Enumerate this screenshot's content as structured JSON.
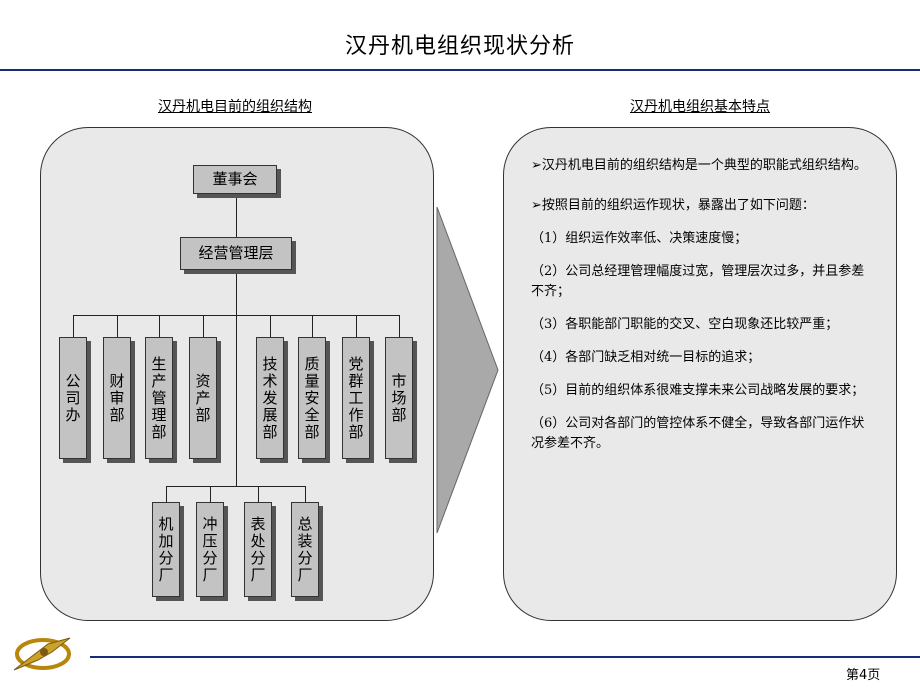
{
  "page": {
    "title": "汉丹机电组织现状分析",
    "page_number": "第4页"
  },
  "left": {
    "subtitle": "汉丹机电目前的组织结构",
    "board": "董事会",
    "management": "经营管理层",
    "departments": [
      "公司办",
      "财审部",
      "生产管理部",
      "资产部",
      "技术发展部",
      "质量安全部",
      "党群工作部",
      "市场部"
    ],
    "factories": [
      "机加分厂",
      "冲压分厂",
      "表处分厂",
      "总装分厂"
    ]
  },
  "right": {
    "subtitle": "汉丹机电组织基本特点",
    "paragraphs": [
      "➢汉丹机电目前的组织结构是一个典型的职能式组织结构。",
      "➢按照目前的组织运作现状，暴露出了如下问题：",
      "（1）组织运作效率低、决策速度慢；",
      "（2）公司总经理管理幅度过宽，管理层次过多，并且参差不齐；",
      "（3）各职能部门职能的交叉、空白现象还比较严重；",
      "（4）各部门缺乏相对统一目标的追求；",
      "（5）目前的组织体系很难支撑未来公司战略发展的要求；",
      "（6）公司对各部门的管控体系不健全，导致各部门运作状况参差不齐。"
    ]
  },
  "colors": {
    "rule": "#1a2a7a",
    "box_fill": "#c3c3c3",
    "panel_fill": "#e9e9e9",
    "arrow_fill": "#a9a9a9"
  },
  "icons": {
    "logo": "company-logo-icon",
    "arrow": "right-arrow-icon"
  }
}
